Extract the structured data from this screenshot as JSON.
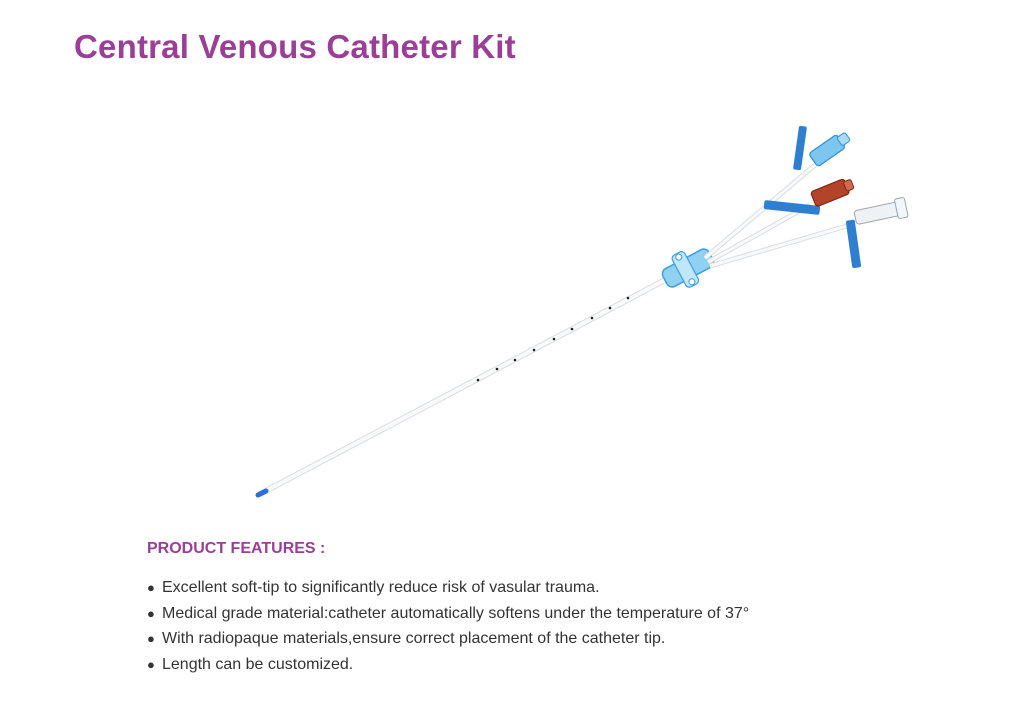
{
  "page": {
    "title": "Central Venous Catheter Kit"
  },
  "product_image": {
    "subject": "triple-lumen central venous catheter",
    "colors": {
      "title_accent": "#9b3f96",
      "hub_blue": "#3aa0e0",
      "clamp_blue": "#2f7fd1",
      "luer_red": "#b3442a",
      "luer_clear": "#e8eef0",
      "tubing": "#f4f6f8"
    }
  },
  "features": {
    "heading": "PRODUCT FEATURES :",
    "bullet_glyph": "●",
    "items": [
      "Excellent soft-tip to significantly reduce risk of vasular trauma.",
      "Medical grade material:catheter automatically softens under the temperature of 37°",
      "With radiopaque materials,ensure correct placement of the catheter tip.",
      "Length can be customized."
    ]
  }
}
